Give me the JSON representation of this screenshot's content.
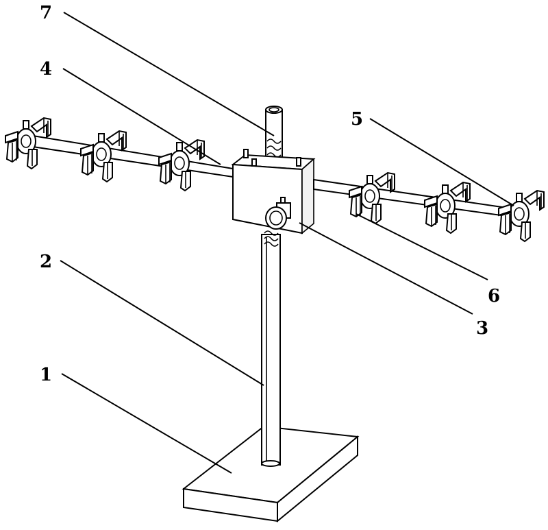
{
  "labels": {
    "base": "1",
    "pole": "2",
    "knob": "3",
    "arm": "4",
    "clamp": "5",
    "clamp_inner": "6",
    "top_spring": "7"
  }
}
